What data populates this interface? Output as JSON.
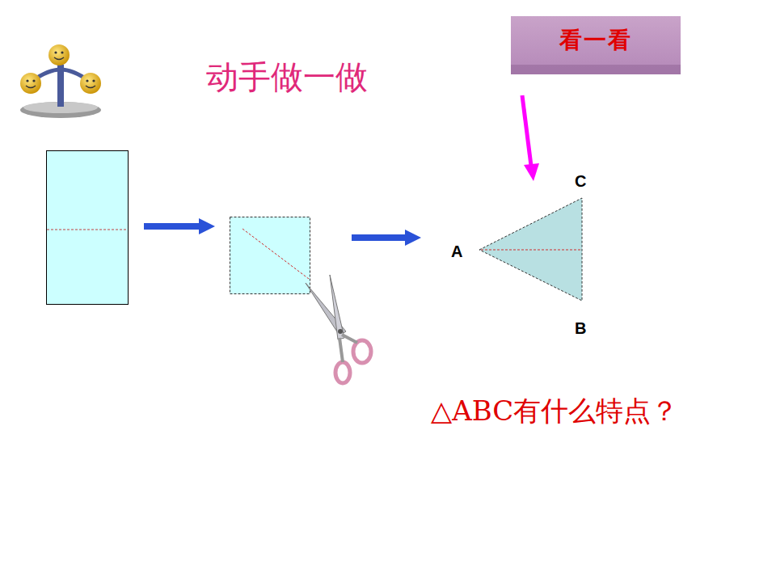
{
  "diagram": {
    "title": "动手做一做",
    "nodes": [
      {
        "text": [
          "看一看"
        ]
      }
    ],
    "labels": [
      "C",
      "A",
      "B",
      "△ABC有什么特点？"
    ]
  }
}
